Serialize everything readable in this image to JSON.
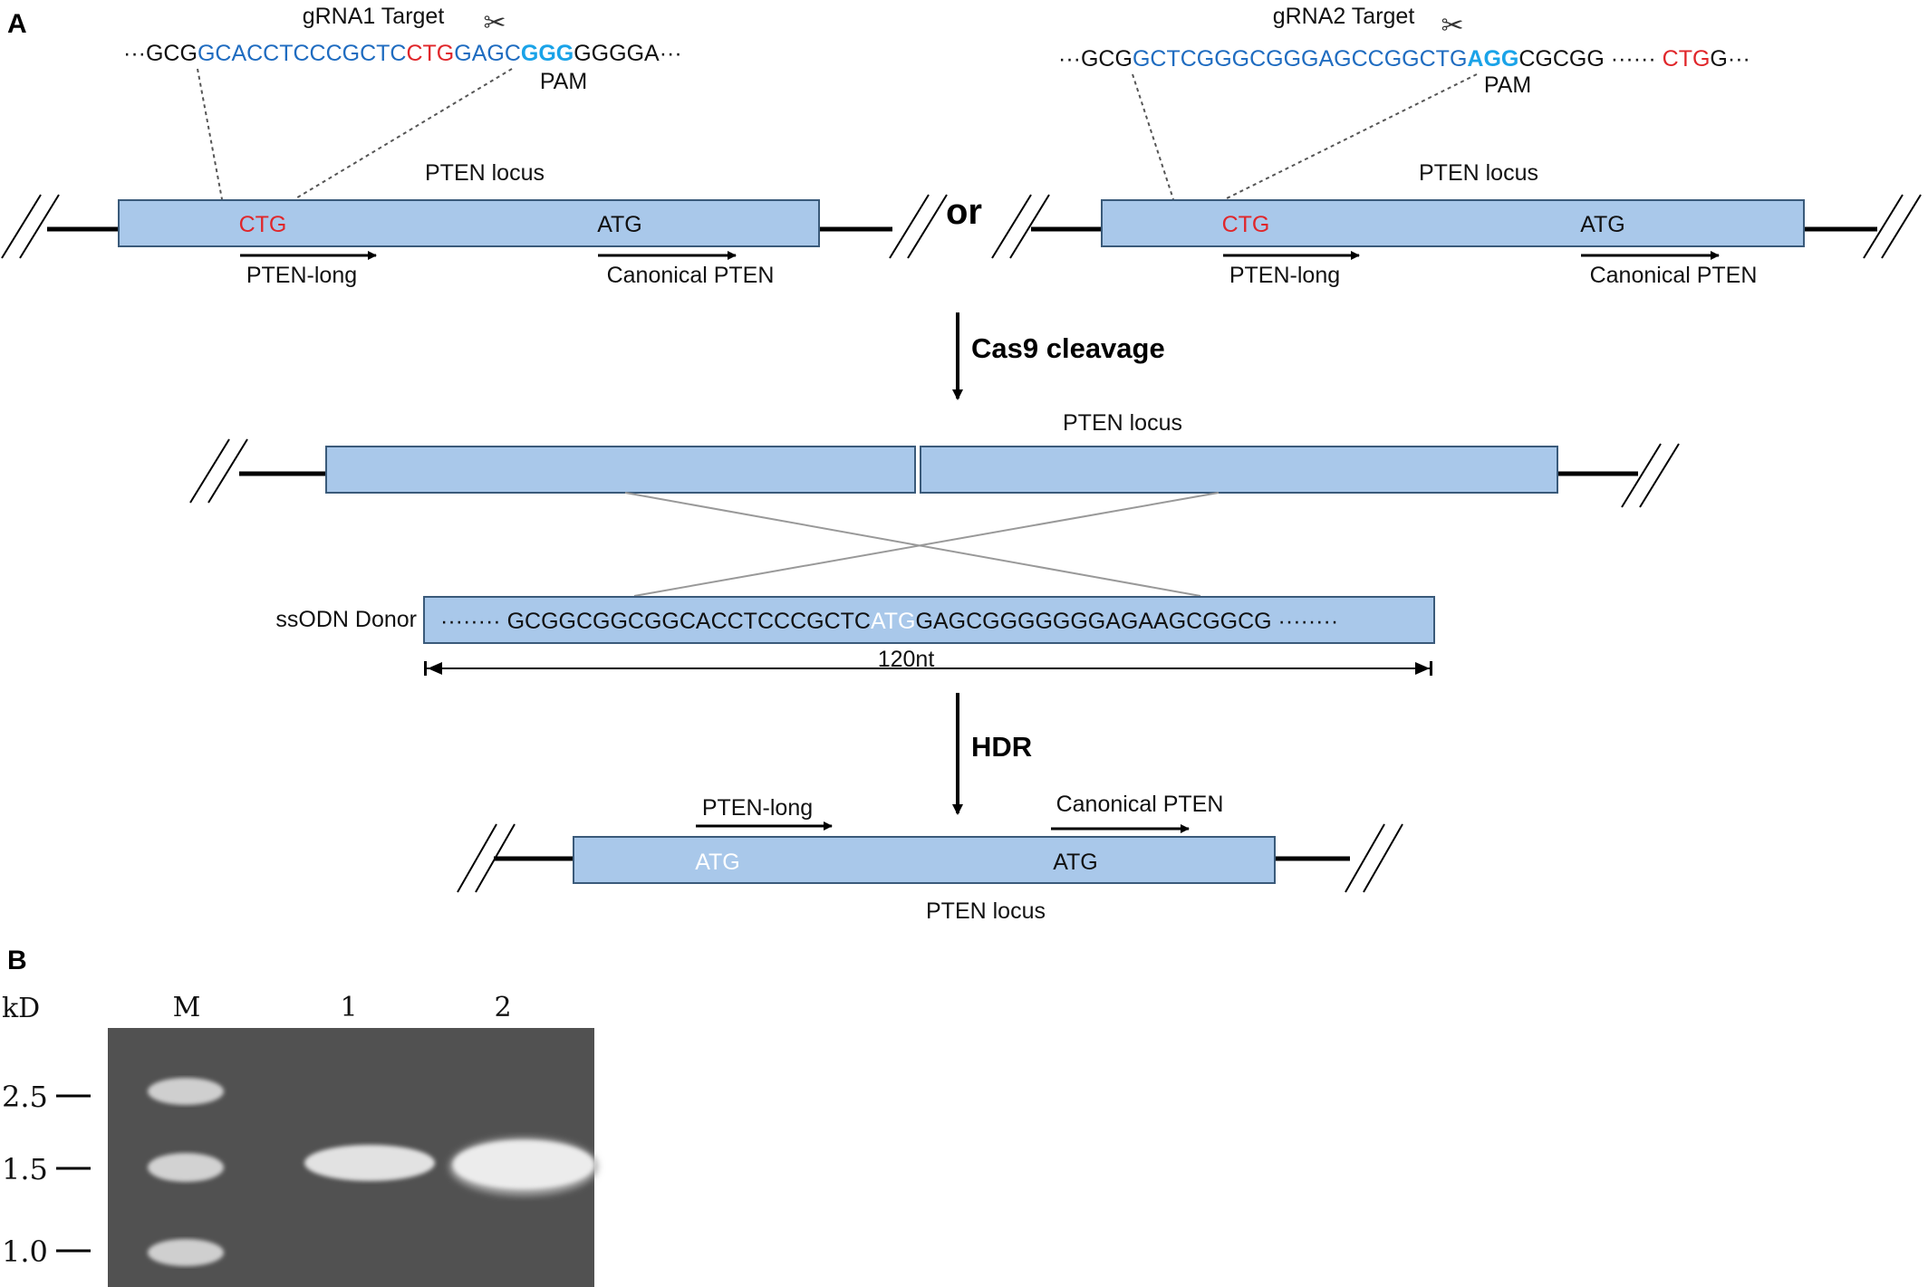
{
  "panel_a": {
    "label": "A",
    "grna1": {
      "title": "gRNA1 Target",
      "seq_prefix": "GCG",
      "seq_target": "GCACCTCCCGCTC",
      "seq_ctg": "CTG",
      "seq_mid": "GAGC",
      "seq_pam": "GGG",
      "seq_suffix": "GGGGA",
      "pam_label": "PAM",
      "locus_label": "PTEN locus",
      "ctg_label": "CTG",
      "atg_label": "ATG",
      "long_label": "PTEN-long",
      "canonical_label": "Canonical PTEN"
    },
    "or_label": "or",
    "grna2": {
      "title": "gRNA2 Target",
      "seq_prefix": "GCG",
      "seq_target": "GCTCGGGCGGGAGCCGGCTG",
      "seq_pam": "AGG",
      "seq_suffix": "CGCGG",
      "seq_ctg": "CTG",
      "seq_tail": "G",
      "pam_label": "PAM",
      "locus_label": "PTEN locus",
      "ctg_label": "CTG",
      "atg_label": "ATG",
      "long_label": "PTEN-long",
      "canonical_label": "Canonical PTEN"
    },
    "cleavage_label": "Cas9 cleavage",
    "cleaved_locus_label": "PTEN locus",
    "donor": {
      "label": "ssODN Donor",
      "seq_left": "GCGGCGGCGGCACCTCCCGCTC",
      "seq_atg": "ATG",
      "seq_right": "GAGCGGGGGGGAGAAGCGGCG",
      "length_label": "120nt"
    },
    "hdr_label": "HDR",
    "result": {
      "long_label": "PTEN-long",
      "canonical_label": "Canonical PTEN",
      "atg1_label": "ATG",
      "atg2_label": "ATG",
      "locus_label": "PTEN locus"
    }
  },
  "panel_b": {
    "label": "B",
    "unit_label": "kD",
    "lanes": [
      "M",
      "1",
      "2"
    ],
    "markers": [
      "2.5",
      "1.5",
      "1.0"
    ]
  },
  "colors": {
    "box_fill": "#a9c8ea",
    "box_stroke": "#3a5a7a",
    "blue_seq": "#1f6cc0",
    "pam_cyan": "#1aa3e8",
    "red": "#e0262a",
    "gel_bg": "#555555"
  }
}
